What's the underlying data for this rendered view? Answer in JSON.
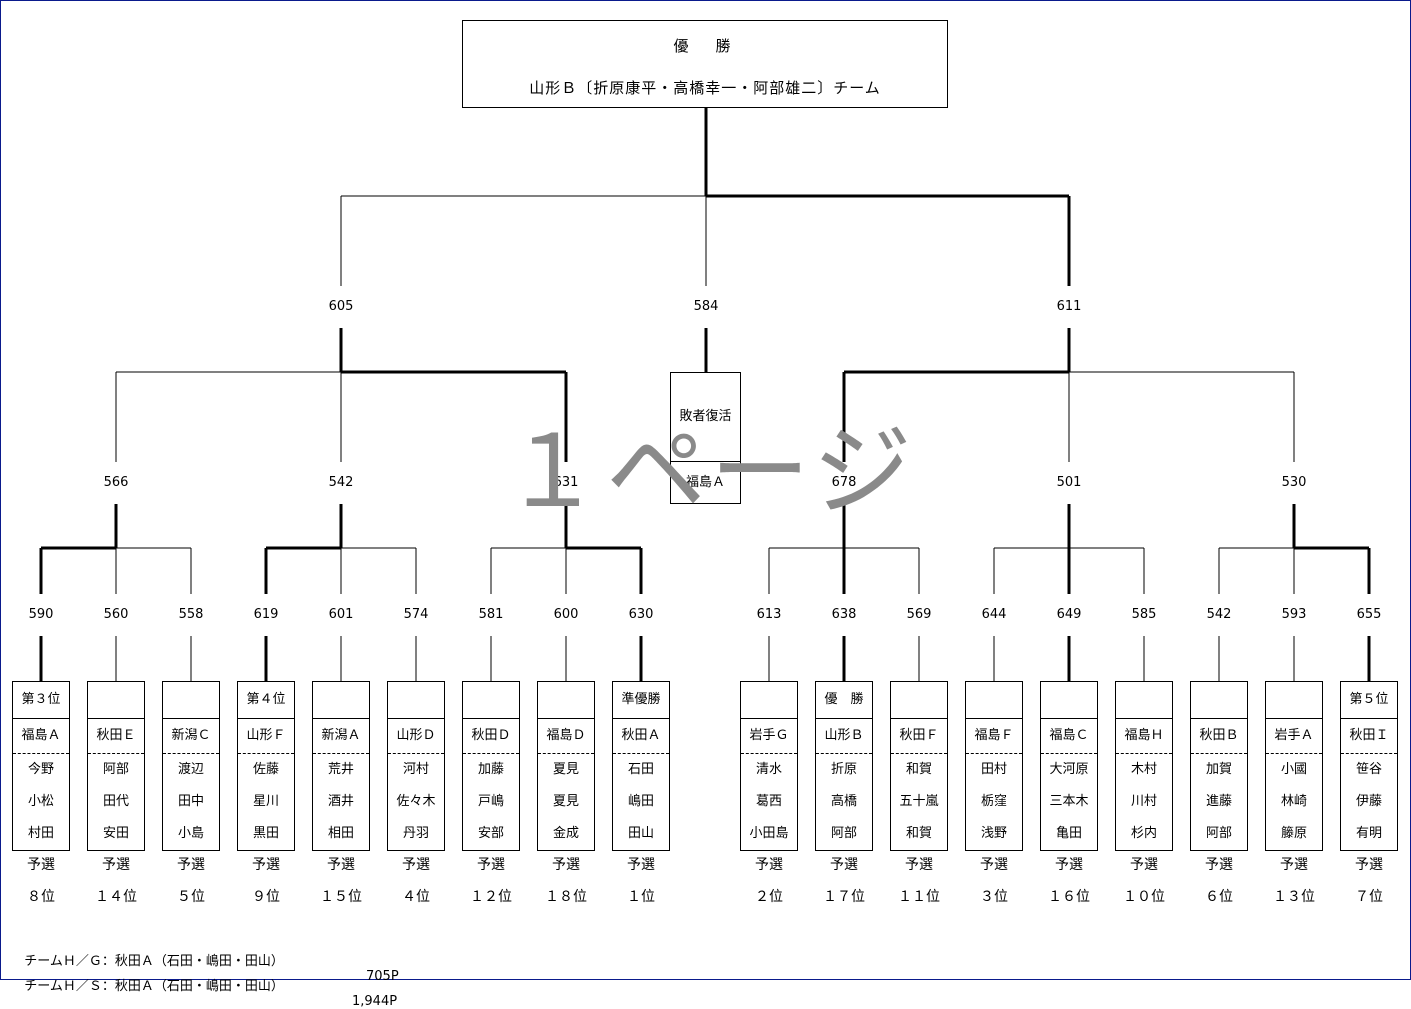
{
  "title": {
    "heading": "優　勝",
    "winner": "山形Ｂ〔折原康平・高橋幸一・阿部雄二〕チーム"
  },
  "watermark": "１ページ",
  "scores": {
    "left_top": "605",
    "center_top": "584",
    "right_top": "611",
    "q1": "566",
    "q2": "542",
    "q3": "631",
    "q4": "678",
    "q5": "501",
    "q6": "530"
  },
  "revival": {
    "label": "敗者復活",
    "team": "福島Ａ"
  },
  "teams": [
    {
      "score": "590",
      "badge": "第３位",
      "name": "福島Ａ",
      "members": [
        "今野",
        "小松",
        "村田"
      ],
      "prelim": "予選",
      "rank": "８位"
    },
    {
      "score": "560",
      "badge": "",
      "name": "秋田Ｅ",
      "members": [
        "阿部",
        "田代",
        "安田"
      ],
      "prelim": "予選",
      "rank": "１４位"
    },
    {
      "score": "558",
      "badge": "",
      "name": "新潟Ｃ",
      "members": [
        "渡辺",
        "田中",
        "小島"
      ],
      "prelim": "予選",
      "rank": "５位"
    },
    {
      "score": "619",
      "badge": "第４位",
      "name": "山形Ｆ",
      "members": [
        "佐藤",
        "星川",
        "黒田"
      ],
      "prelim": "予選",
      "rank": "９位"
    },
    {
      "score": "601",
      "badge": "",
      "name": "新潟Ａ",
      "members": [
        "荒井",
        "酒井",
        "相田"
      ],
      "prelim": "予選",
      "rank": "１５位"
    },
    {
      "score": "574",
      "badge": "",
      "name": "山形Ｄ",
      "members": [
        "河村",
        "佐々木",
        "丹羽"
      ],
      "prelim": "予選",
      "rank": "４位"
    },
    {
      "score": "581",
      "badge": "",
      "name": "秋田Ｄ",
      "members": [
        "加藤",
        "戸嶋",
        "安部"
      ],
      "prelim": "予選",
      "rank": "１２位"
    },
    {
      "score": "600",
      "badge": "",
      "name": "福島Ｄ",
      "members": [
        "夏見",
        "夏見",
        "金成"
      ],
      "prelim": "予選",
      "rank": "１８位"
    },
    {
      "score": "630",
      "badge": "準優勝",
      "name": "秋田Ａ",
      "members": [
        "石田",
        "嶋田",
        "田山"
      ],
      "prelim": "予選",
      "rank": "１位"
    },
    {
      "score": "613",
      "badge": "",
      "name": "岩手Ｇ",
      "members": [
        "清水",
        "葛西",
        "小田島"
      ],
      "prelim": "予選",
      "rank": "２位"
    },
    {
      "score": "638",
      "badge": "優　勝",
      "name": "山形Ｂ",
      "members": [
        "折原",
        "高橋",
        "阿部"
      ],
      "prelim": "予選",
      "rank": "１７位"
    },
    {
      "score": "569",
      "badge": "",
      "name": "秋田Ｆ",
      "members": [
        "和賀",
        "五十嵐",
        "和賀"
      ],
      "prelim": "予選",
      "rank": "１１位"
    },
    {
      "score": "644",
      "badge": "",
      "name": "福島Ｆ",
      "members": [
        "田村",
        "栃窪",
        "浅野"
      ],
      "prelim": "予選",
      "rank": "３位"
    },
    {
      "score": "649",
      "badge": "",
      "name": "福島Ｃ",
      "members": [
        "大河原",
        "三本木",
        "亀田"
      ],
      "prelim": "予選",
      "rank": "１６位"
    },
    {
      "score": "585",
      "badge": "",
      "name": "福島Ｈ",
      "members": [
        "木村",
        "川村",
        "杉内"
      ],
      "prelim": "予選",
      "rank": "１０位"
    },
    {
      "score": "542",
      "badge": "",
      "name": "秋田Ｂ",
      "members": [
        "加賀",
        "進藤",
        "阿部"
      ],
      "prelim": "予選",
      "rank": "６位"
    },
    {
      "score": "593",
      "badge": "",
      "name": "岩手Ａ",
      "members": [
        "小國",
        "林崎",
        "籐原"
      ],
      "prelim": "予選",
      "rank": "１３位"
    },
    {
      "score": "655",
      "badge": "第５位",
      "name": "秋田Ｉ",
      "members": [
        "笹谷",
        "伊藤",
        "有明"
      ],
      "prelim": "予選",
      "rank": "７位"
    }
  ],
  "notes": [
    {
      "label": "チームＨ／Ｇ：秋田Ａ（石田・嶋田・田山）",
      "value": "705P"
    },
    {
      "label": "チームＨ／Ｓ：秋田Ａ（石田・嶋田・田山）",
      "value": "1,944P"
    }
  ]
}
